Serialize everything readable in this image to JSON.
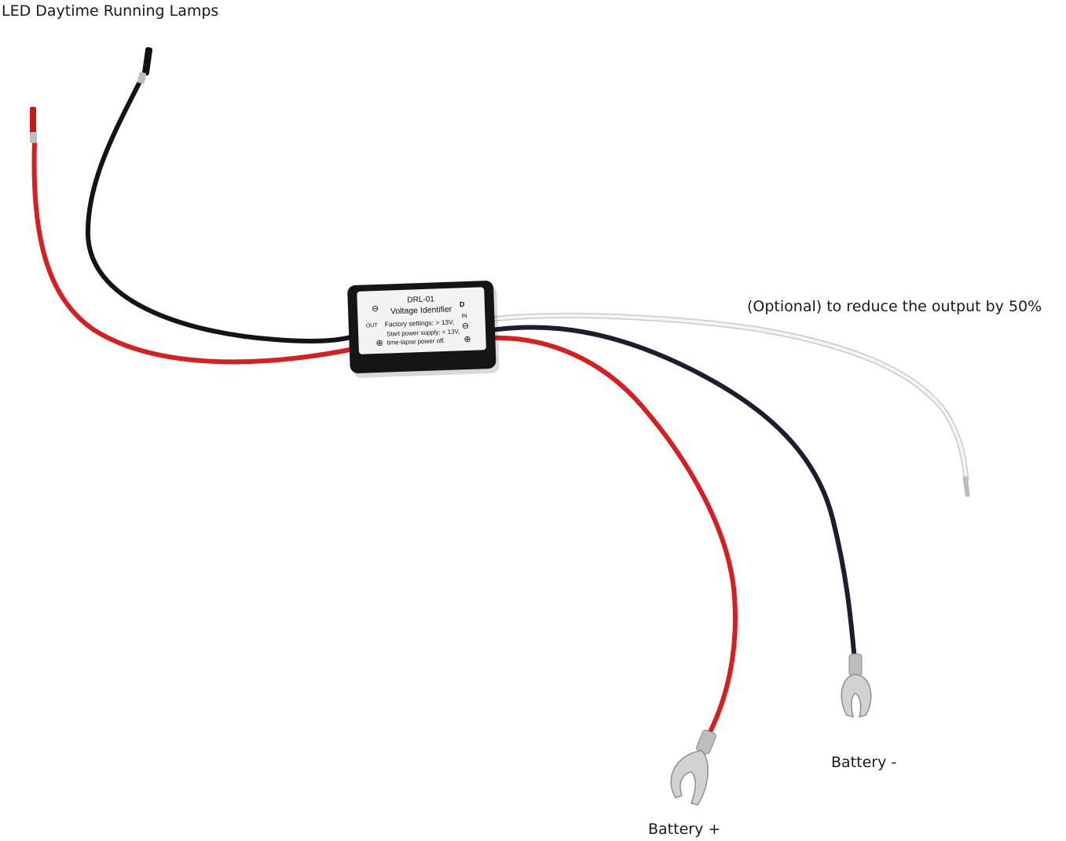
{
  "labels": {
    "led_lamps": "LED Daytime Running Lamps",
    "optional": "(Optional) to reduce the output by 50%",
    "battery_neg": "Battery -",
    "battery_pos": "Battery +"
  },
  "module": {
    "model": "DRL-01",
    "name": "Voltage Identifier",
    "out_label": "OUT",
    "in_label": "IN",
    "line1": "Factory settings: > 13V,",
    "line2": "Start power supply; < 13V,",
    "line3": "time-lapse power off.",
    "minus_symbol": "⊖",
    "plus_symbol": "⊕",
    "d_symbol": "D"
  },
  "colors": {
    "red_wire": "#d81e1e",
    "black_wire": "#141414",
    "navy_wire": "#1c1d2e",
    "white_wire": "#e8e8ec",
    "module_body": "#151515",
    "label_sticker": "#f3f3f3",
    "terminal_metal": "#c8c8c8"
  }
}
